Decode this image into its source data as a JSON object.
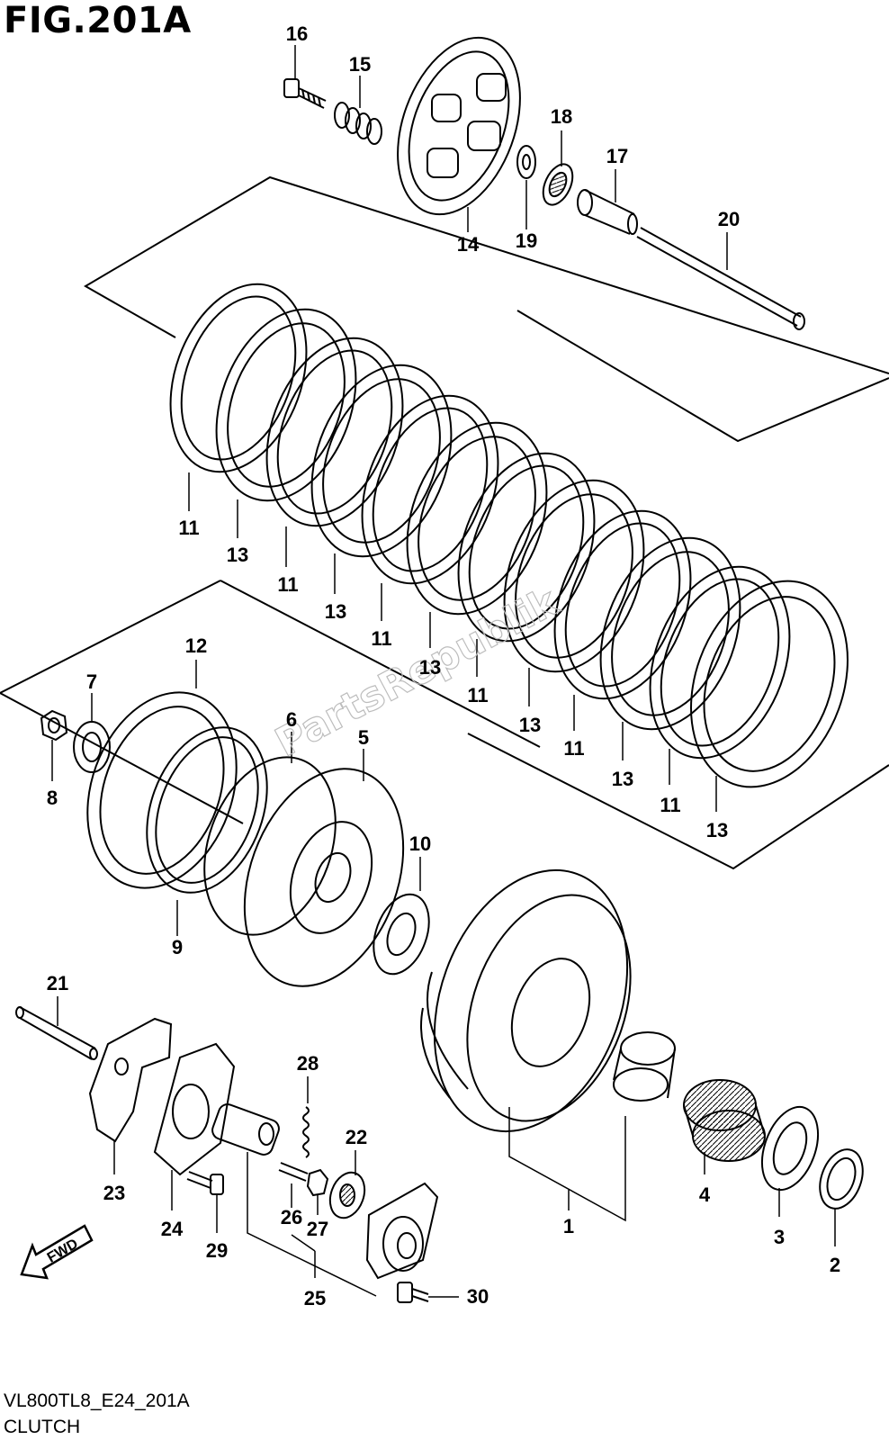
{
  "header": {
    "figure_title": "FIG.201A"
  },
  "footer": {
    "model_code": "VL800TL8_E24_201A",
    "section_name": "CLUTCH"
  },
  "watermark": "PartsRepublik",
  "fwd_label": "FWD",
  "callouts": [
    "16",
    "15",
    "14",
    "18",
    "19",
    "17",
    "20",
    "11",
    "13",
    "11",
    "13",
    "11",
    "13",
    "11",
    "13",
    "11",
    "13",
    "11",
    "13",
    "12",
    "7",
    "6",
    "5",
    "8",
    "9",
    "10",
    "21",
    "28",
    "22",
    "23",
    "24",
    "29",
    "26",
    "27",
    "25",
    "30",
    "1",
    "4",
    "3",
    "2"
  ]
}
